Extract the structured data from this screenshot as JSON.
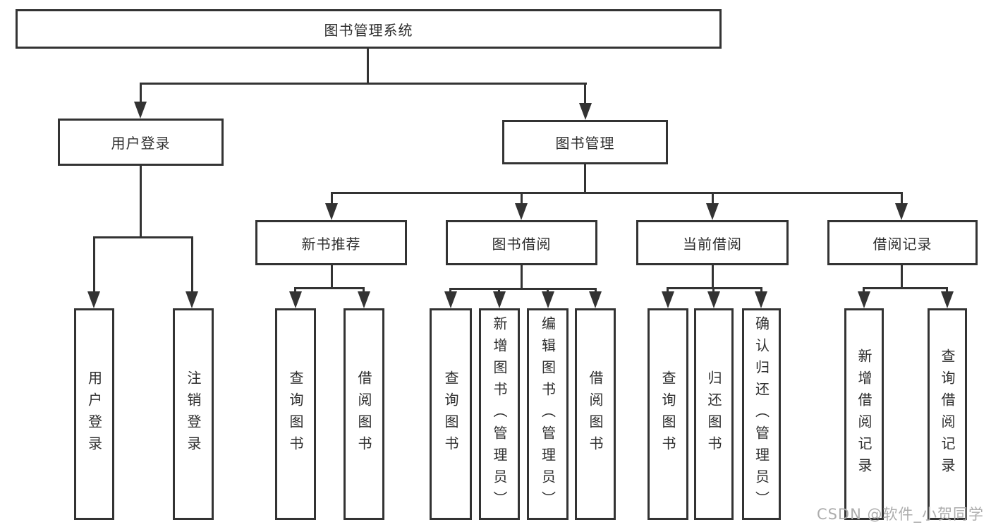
{
  "tree": {
    "root": "图书管理系统",
    "children": [
      {
        "label": "用户登录",
        "children": [
          "用户登录",
          "注销登录"
        ]
      },
      {
        "label": "图书管理",
        "children": [
          {
            "label": "新书推荐",
            "children": [
              "查询图书",
              "借阅图书"
            ]
          },
          {
            "label": "图书借阅",
            "children": [
              "查询图书",
              "新增图书（管理员）",
              "编辑图书（管理员）",
              "借阅图书"
            ]
          },
          {
            "label": "当前借阅",
            "children": [
              "查询图书",
              "归还图书",
              "确认归还（管理员）"
            ]
          },
          {
            "label": "借阅记录",
            "children": [
              "新增借阅记录",
              "查询借阅记录"
            ]
          }
        ]
      }
    ]
  },
  "watermark": "CSDN @软件_小贺同学",
  "colors": {
    "line": "#333333",
    "text": "#2e2e2e",
    "background": "#ffffff",
    "watermark": "#adadad"
  }
}
